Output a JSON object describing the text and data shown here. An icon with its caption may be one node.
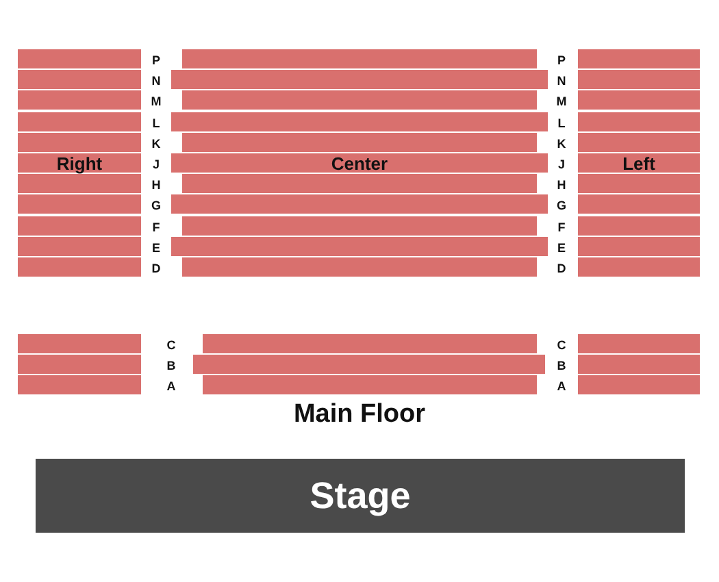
{
  "diagram": {
    "nodes": [
      {
        "text": [
          "Right"
        ]
      },
      {
        "text": [
          "Center"
        ]
      },
      {
        "text": [
          "Left"
        ]
      },
      {
        "text": [],
        "shape": "box"
      },
      {
        "text": [],
        "shape": "box"
      },
      {
        "text": [],
        "shape": "box"
      },
      {
        "text": [
          "Stage"
        ]
      }
    ],
    "labels": [
      "P",
      "P",
      "N",
      "N",
      "M",
      "M",
      "L",
      "L",
      "K",
      "K",
      "J",
      "J",
      "H",
      "H",
      "G",
      "G",
      "F",
      "F",
      "E",
      "E",
      "D",
      "D",
      "C",
      "C",
      "B",
      "B",
      "A",
      "A",
      "Main Floor"
    ]
  }
}
